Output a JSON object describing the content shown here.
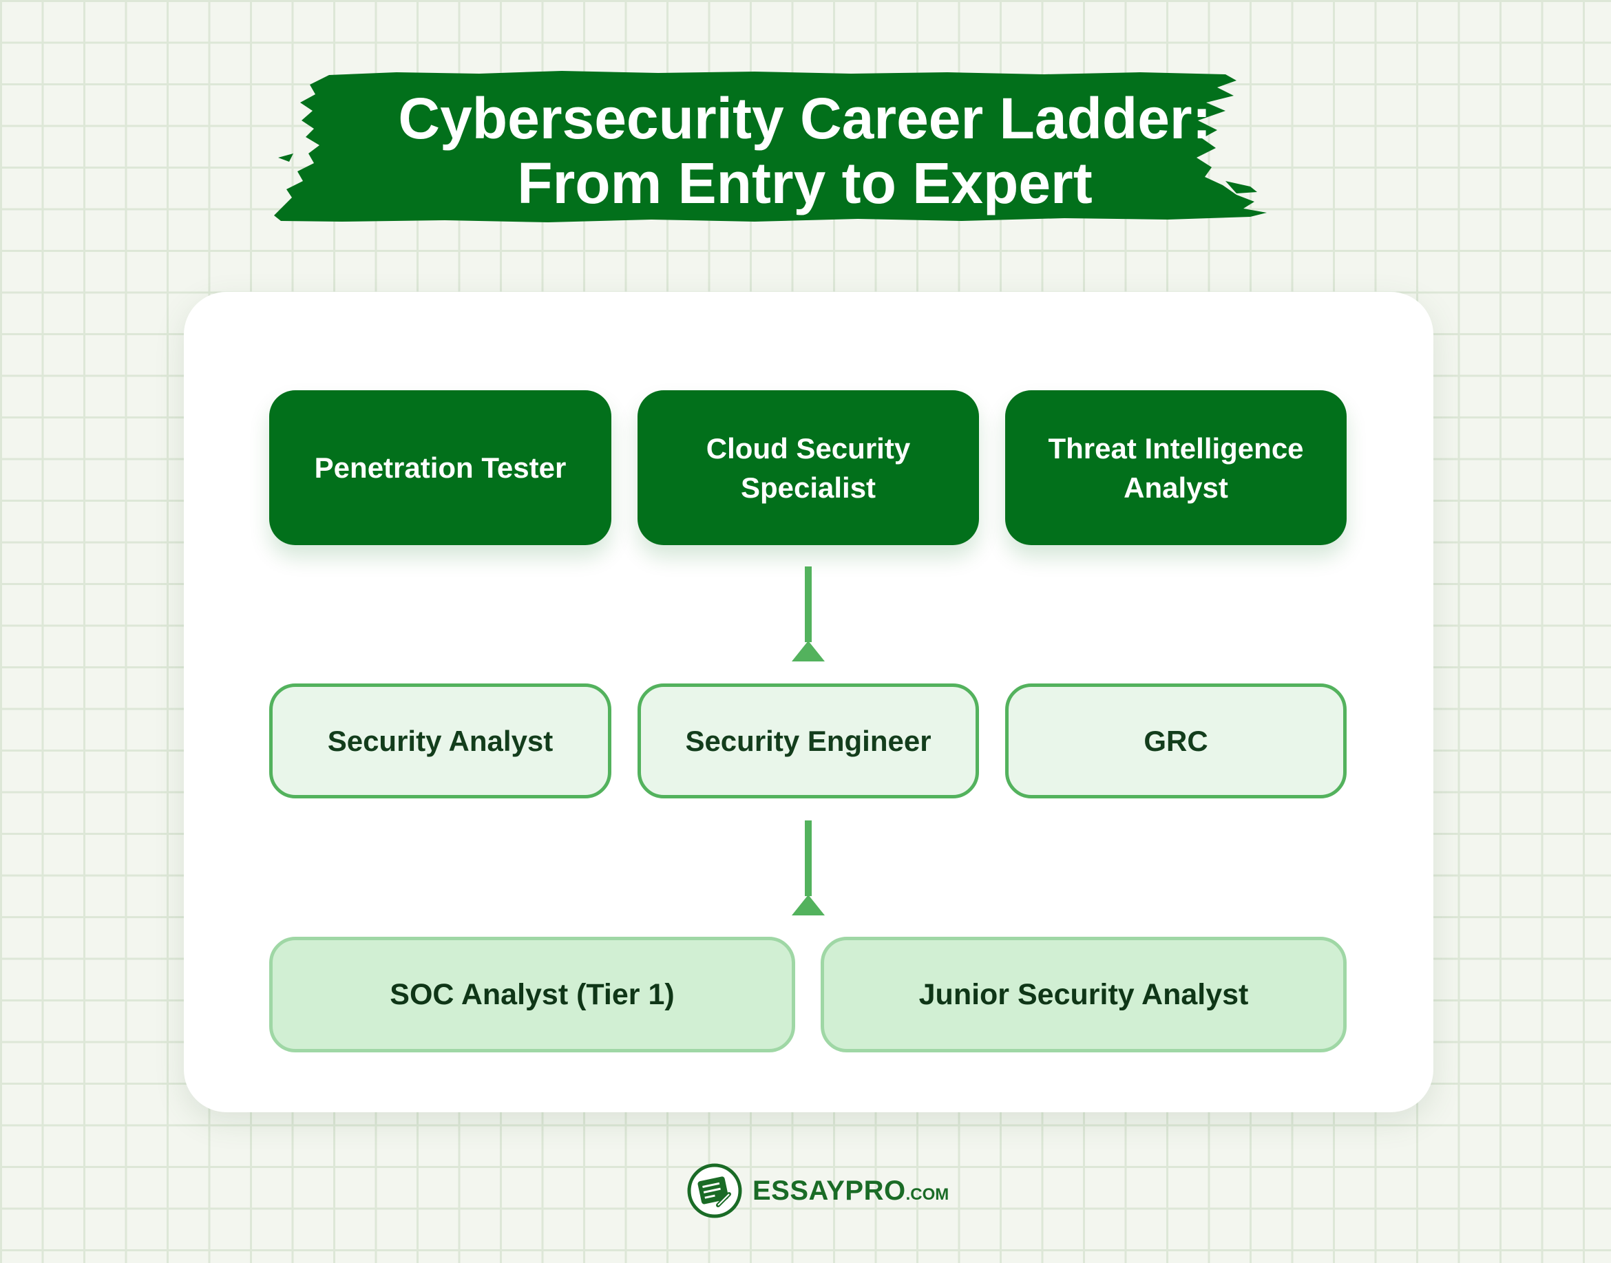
{
  "title": {
    "line1": "Cybersecurity Career Ladder:",
    "line2": "From Entry to Expert"
  },
  "levels": {
    "top": [
      {
        "label": "Penetration Tester"
      },
      {
        "label": "Cloud Security\nSpecialist"
      },
      {
        "label": "Threat Intelligence\nAnalyst"
      }
    ],
    "middle": [
      {
        "label": "Security Analyst"
      },
      {
        "label": "Security Engineer"
      },
      {
        "label": "GRC"
      }
    ],
    "bottom": [
      {
        "label": "SOC Analyst (Tier 1)"
      },
      {
        "label": "Junior Security Analyst"
      }
    ]
  },
  "branding": {
    "name": "ESSAYPRO",
    "suffix": ".COM",
    "icon": "essay-document-pen-icon"
  },
  "colors": {
    "primary_green": "#02701b",
    "accent_green": "#53b25d",
    "mid_fill": "#e9f6ea",
    "bottom_fill": "#d1efd3",
    "bottom_border": "#9fd7a5"
  }
}
